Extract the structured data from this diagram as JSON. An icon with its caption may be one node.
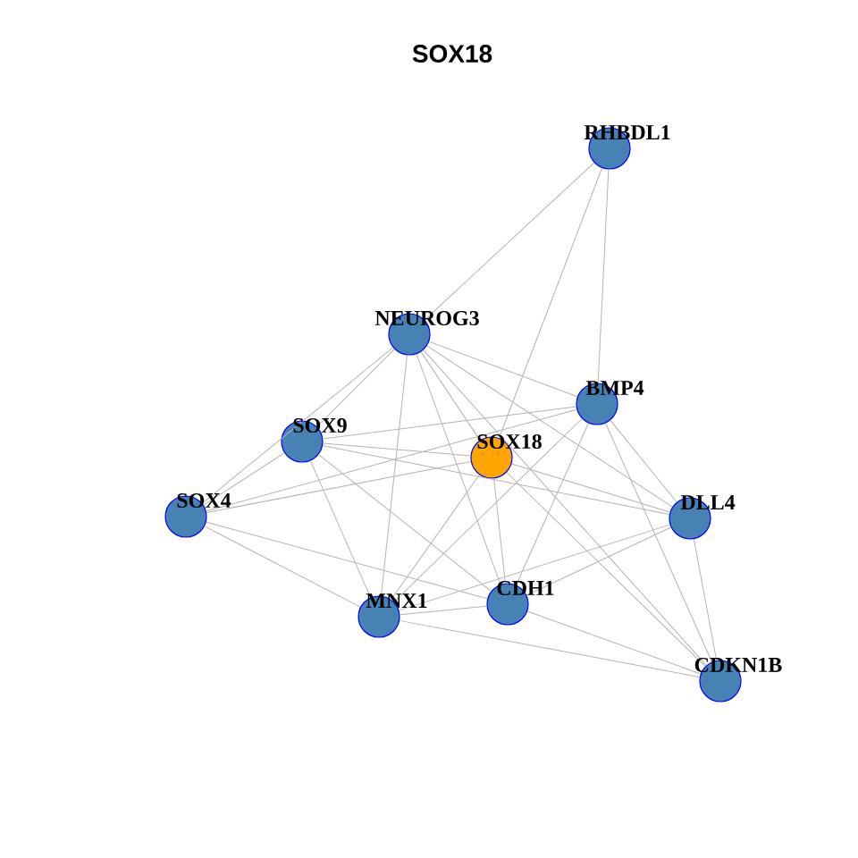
{
  "diagram": {
    "title": "SOX18",
    "nodes": [
      {
        "text": [
          "RHBDL1"
        ]
      },
      {
        "text": [
          "NEUROG3"
        ]
      },
      {
        "text": [
          "BMP4"
        ]
      },
      {
        "text": [
          "SOX9"
        ]
      },
      {
        "text": [
          "SOX18"
        ]
      },
      {
        "text": [
          "SOX4"
        ]
      },
      {
        "text": [
          "DLL4"
        ]
      },
      {
        "text": [
          "MNX1"
        ]
      },
      {
        "text": [
          "CDH1"
        ]
      },
      {
        "text": [
          "CDKN1B"
        ]
      }
    ],
    "edges": [
      {
        "from": 0,
        "to": 1,
        "arrow": "none"
      },
      {
        "from": 0,
        "to": 4,
        "arrow": "none"
      },
      {
        "from": 0,
        "to": 2,
        "arrow": "none"
      },
      {
        "from": 1,
        "to": 3,
        "arrow": "none"
      },
      {
        "from": 1,
        "to": 5,
        "arrow": "none"
      },
      {
        "from": 1,
        "to": 7,
        "arrow": "none"
      },
      {
        "from": 1,
        "to": 8,
        "arrow": "none"
      },
      {
        "from": 1,
        "to": 4,
        "arrow": "none"
      },
      {
        "from": 1,
        "to": 2,
        "arrow": "none"
      },
      {
        "from": 1,
        "to": 6,
        "arrow": "none"
      },
      {
        "from": 1,
        "to": 9,
        "arrow": "none"
      },
      {
        "from": 2,
        "to": 3,
        "arrow": "none"
      },
      {
        "from": 2,
        "to": 5,
        "arrow": "none"
      },
      {
        "from": 2,
        "to": 6,
        "arrow": "none"
      },
      {
        "from": 2,
        "to": 9,
        "arrow": "none"
      },
      {
        "from": 2,
        "to": 8,
        "arrow": "none"
      },
      {
        "from": 2,
        "to": 7,
        "arrow": "none"
      },
      {
        "from": 3,
        "to": 5,
        "arrow": "none"
      },
      {
        "from": 3,
        "to": 4,
        "arrow": "none"
      },
      {
        "from": 3,
        "to": 6,
        "arrow": "none"
      },
      {
        "from": 3,
        "to": 7,
        "arrow": "none"
      },
      {
        "from": 3,
        "to": 8,
        "arrow": "none"
      },
      {
        "from": 4,
        "to": 5,
        "arrow": "none"
      },
      {
        "from": 4,
        "to": 6,
        "arrow": "none"
      },
      {
        "from": 4,
        "to": 7,
        "arrow": "none"
      },
      {
        "from": 4,
        "to": 8,
        "arrow": "none"
      },
      {
        "from": 4,
        "to": 9,
        "arrow": "none"
      },
      {
        "from": 5,
        "to": 7,
        "arrow": "none"
      },
      {
        "from": 5,
        "to": 8,
        "arrow": "none"
      },
      {
        "from": 6,
        "to": 8,
        "arrow": "none"
      },
      {
        "from": 6,
        "to": 7,
        "arrow": "none"
      },
      {
        "from": 6,
        "to": 9,
        "arrow": "none"
      },
      {
        "from": 7,
        "to": 8,
        "arrow": "none"
      },
      {
        "from": 7,
        "to": 9,
        "arrow": "none"
      },
      {
        "from": 8,
        "to": 9,
        "arrow": "none"
      }
    ]
  }
}
